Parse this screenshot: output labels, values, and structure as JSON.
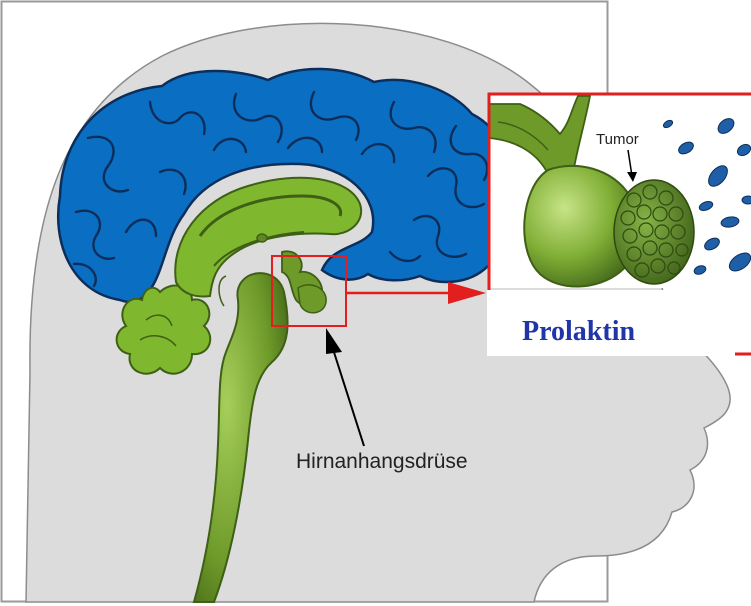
{
  "diagram": {
    "labels": {
      "pituitary": "Hirnanhangsdrüse",
      "tumor": "Tumor",
      "hormone": "Prolaktin"
    },
    "colors": {
      "frame": "#9a9a9a",
      "head": "#dcdcdc",
      "head_outline": "#8c8c8c",
      "cortex": "#0a6fc2",
      "cortex_lines": "#0d2e5a",
      "brainstem": "#6e9a2a",
      "brainstem_dark": "#3f5f16",
      "limbic": "#7fb82e",
      "highlight": "#e21e1e",
      "hormone_text": "#1f35a8",
      "hormone_particles": "#1e5fa8"
    }
  }
}
